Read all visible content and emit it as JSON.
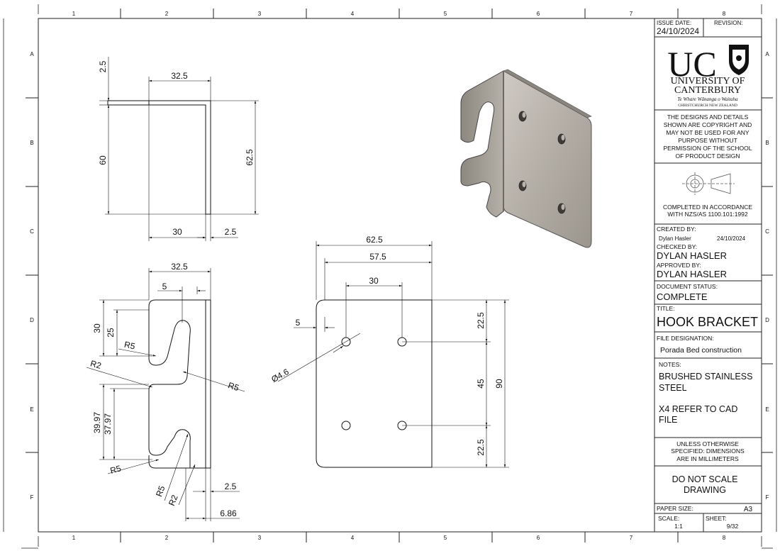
{
  "zones": {
    "cols": [
      "1",
      "2",
      "3",
      "4",
      "5",
      "6",
      "7",
      "8"
    ],
    "rows": [
      "A",
      "B",
      "C",
      "D",
      "E",
      "F"
    ]
  },
  "side_view": {
    "d_32_5": "32.5",
    "d_2_5": "2.5",
    "d_60": "60",
    "d_62_5": "62.5",
    "d_30": "30",
    "d_2_5b": "2.5"
  },
  "front_view": {
    "d_32_5": "32.5",
    "d_5": "5",
    "d_30": "30",
    "d_25": "25",
    "r5_upper": "R5",
    "r2_left": "R2",
    "r5_right": "R5",
    "d_39_97": "39.97",
    "d_37_97": "37.97",
    "r5_lower": "R5",
    "r5_bottom": "R5",
    "r2_bottom": "R2",
    "d_2_5": "2.5",
    "d_6_86": "6.86"
  },
  "plate_view": {
    "d_62_5": "62.5",
    "d_57_5": "57.5",
    "d_30": "30",
    "d_5": "5",
    "d_hole": "Ø4.6",
    "d_22_5_top": "22.5",
    "d_45": "45",
    "d_90": "90",
    "d_22_5_bottom": "22.5"
  },
  "title_block": {
    "issue_date_label": "ISSUE DATE:",
    "issue_date": "24/10/2024",
    "revision_label": "REVISION:",
    "logo_letters": "UC",
    "university_line1": "UNIVERSITY OF",
    "university_line2": "CANTERBURY",
    "maori_name": "Te Whare Wānanga o Waitaha",
    "location": "CHRISTCHURCH NEW ZEALAND",
    "copyright_lines": [
      "THE DESIGNS AND DETAILS",
      "SHOWN ARE COPYRIGHT AND",
      "MAY NOT BE USED FOR ANY",
      "PURPOSE WITHOUT",
      "PERMISSION OF THE SCHOOL",
      "OF PRODUCT DESIGN"
    ],
    "standard_line1": "COMPLETED IN ACCORDANCE",
    "standard_line2": "WITH NZS/AS 1100.101:1992",
    "created_by_label": "CREATED BY:",
    "created_by": "Dylan Hasler",
    "created_date": "24/10/2024",
    "checked_by_label": "CHECKED BY:",
    "checked_by": "DYLAN HASLER",
    "approved_by_label": "APPROVED BY:",
    "approved_by": "DYLAN HASLER",
    "status_label": "DOCUMENT STATUS:",
    "status": "COMPLETE",
    "title_label": "TITLE:",
    "title": "HOOK BRACKET",
    "file_label": "FILE DESIGNATION:",
    "file": "Porada Bed construction",
    "notes_label": "NOTES:",
    "notes_1a": "BRUSHED STAINLESS",
    "notes_1b": "STEEL",
    "notes_2a": "X4 REFER TO CAD",
    "notes_2b": "FILE",
    "units_line1": "UNLESS OTHERWISE",
    "units_line2": "SPECIFIED: DIMENSIONS",
    "units_line3": "ARE IN MILLIMETERS",
    "noscale_line1": "DO NOT SCALE",
    "noscale_line2": "DRAWING",
    "paper_label": "PAPER SIZE:",
    "paper": "A3",
    "scale_label": "SCALE:",
    "scale": "1:1",
    "sheet_label": "SHEET:",
    "sheet": "9/32"
  }
}
